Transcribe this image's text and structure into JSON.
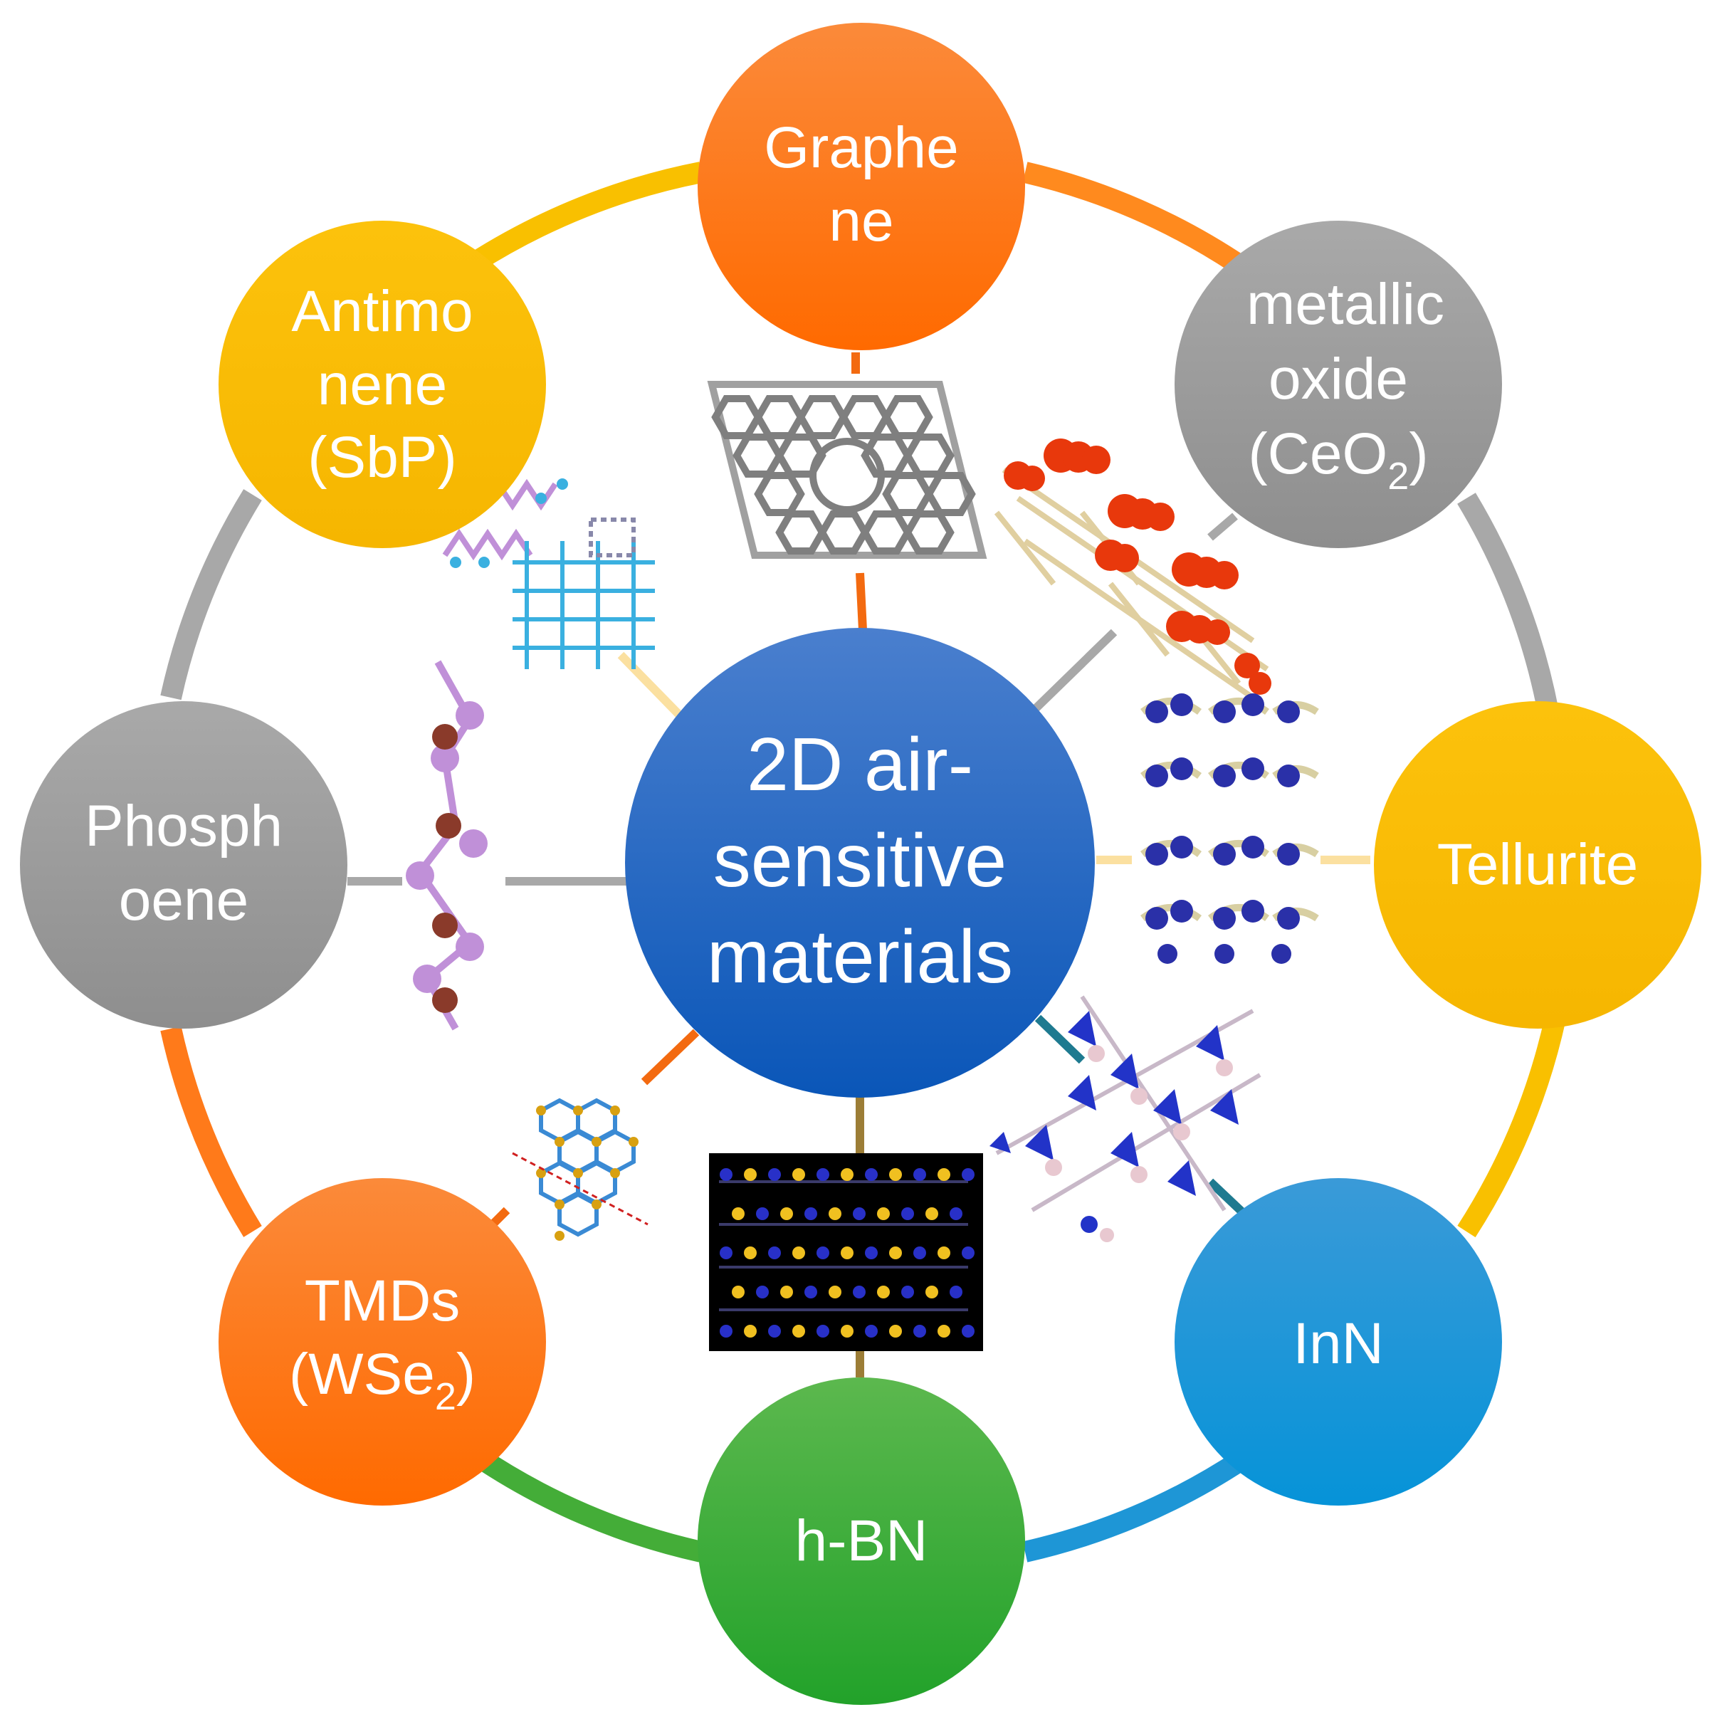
{
  "center": {
    "lines": [
      "2D air-",
      "sensitive",
      "materials"
    ]
  },
  "nodes": [
    {
      "id": "graphene",
      "lines": [
        "Graphe",
        "ne"
      ],
      "color": "#f96f10"
    },
    {
      "id": "metallic-oxide",
      "lines": [
        "metallic",
        "oxide",
        "(CeO",
        "2",
        ")"
      ],
      "color": "#999999"
    },
    {
      "id": "tellurite",
      "lines": [
        "Tellurite"
      ],
      "color": "#f7b800"
    },
    {
      "id": "inn",
      "lines": [
        "InN"
      ],
      "color": "#0a8fd4"
    },
    {
      "id": "h-bn",
      "lines": [
        "h-BN"
      ],
      "color": "#33a635"
    },
    {
      "id": "tmds",
      "lines": [
        "TMDs",
        "(WSe",
        "2",
        ")"
      ],
      "color": "#f96f10"
    },
    {
      "id": "phosphoene",
      "lines": [
        "Phosph",
        "oene"
      ],
      "color": "#999999"
    },
    {
      "id": "antimonene",
      "lines": [
        "Antimo",
        "nene",
        "(SbP)"
      ],
      "color": "#f7b800"
    }
  ],
  "ring_colors": [
    "#ff8a1e",
    "#a8a8a8",
    "#f9c000",
    "#1e96d6",
    "#44ad38",
    "#ff7a1a",
    "#a8a8a8",
    "#f9c000"
  ],
  "spoke_colors": {
    "graphene": "#f36a10",
    "metallic-oxide": "#a8a8a8",
    "tellurite": "#fbe0a0",
    "inn": "#1e7a90",
    "h-bn": "#9c7d36",
    "tmds": "#f36a10",
    "phosphoene": "#a8a8a8",
    "antimonene": "#fbe0a0"
  }
}
